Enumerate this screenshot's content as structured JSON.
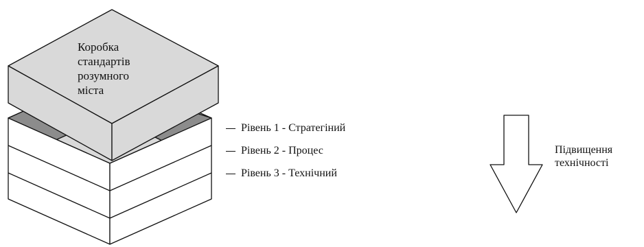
{
  "box": {
    "title": "Коробка\nстандартів\nрозумного\nміста"
  },
  "levels": [
    {
      "label": "Рівень 1 - Стратегіний"
    },
    {
      "label": "Рівень 2 - Процес"
    },
    {
      "label": "Рівень 3 - Технічний"
    }
  ],
  "arrow": {
    "label": "Підвищення\nтехнічності",
    "icon": "down-arrow-icon"
  },
  "colors": {
    "lid_fill": "#d9d9d9",
    "dark_tile": "#8c8c8c",
    "light_tile": "#d9d9d9",
    "stroke": "#111111"
  }
}
